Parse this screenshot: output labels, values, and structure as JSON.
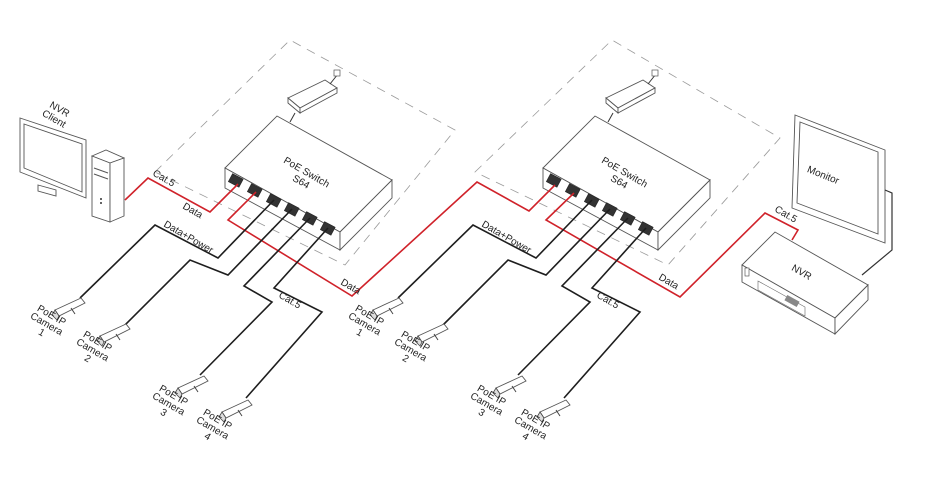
{
  "colors": {
    "data_cable": "#d0222a",
    "poe_cable": "#1e1e1e",
    "outline": "#555555"
  },
  "nvr_client": {
    "label_line1": "NVR",
    "label_line2": "Client"
  },
  "left_segment": {
    "switch": {
      "line1": "PoE Switch",
      "line2": "S64"
    },
    "cable_client": "Cat.5",
    "data_client": "Data",
    "data_uplink": "Data",
    "data_power": "Data+Power",
    "cat5_cameras": "Cat.5",
    "cameras": [
      {
        "l1": "PoE IP",
        "l2": "Camera",
        "l3": "1"
      },
      {
        "l1": "PoE IP",
        "l2": "Camera",
        "l3": "2"
      },
      {
        "l1": "PoE IP",
        "l2": "Camera",
        "l3": "3"
      },
      {
        "l1": "PoE IP",
        "l2": "Camera",
        "l3": "4"
      }
    ]
  },
  "right_segment": {
    "switch": {
      "line1": "PoE Switch",
      "line2": "S64"
    },
    "data_power": "Data+Power",
    "cat5_cameras": "Cat.5",
    "data_nvr": "Data",
    "cable_nvr": "Cat.5",
    "cameras": [
      {
        "l1": "PoE IP",
        "l2": "Camera",
        "l3": "1"
      },
      {
        "l1": "PoE IP",
        "l2": "Camera",
        "l3": "2"
      },
      {
        "l1": "PoE IP",
        "l2": "Camera",
        "l3": "3"
      },
      {
        "l1": "PoE IP",
        "l2": "Camera",
        "l3": "4"
      }
    ]
  },
  "monitor": {
    "label": "Monitor"
  },
  "nvr": {
    "label": "NVR"
  }
}
